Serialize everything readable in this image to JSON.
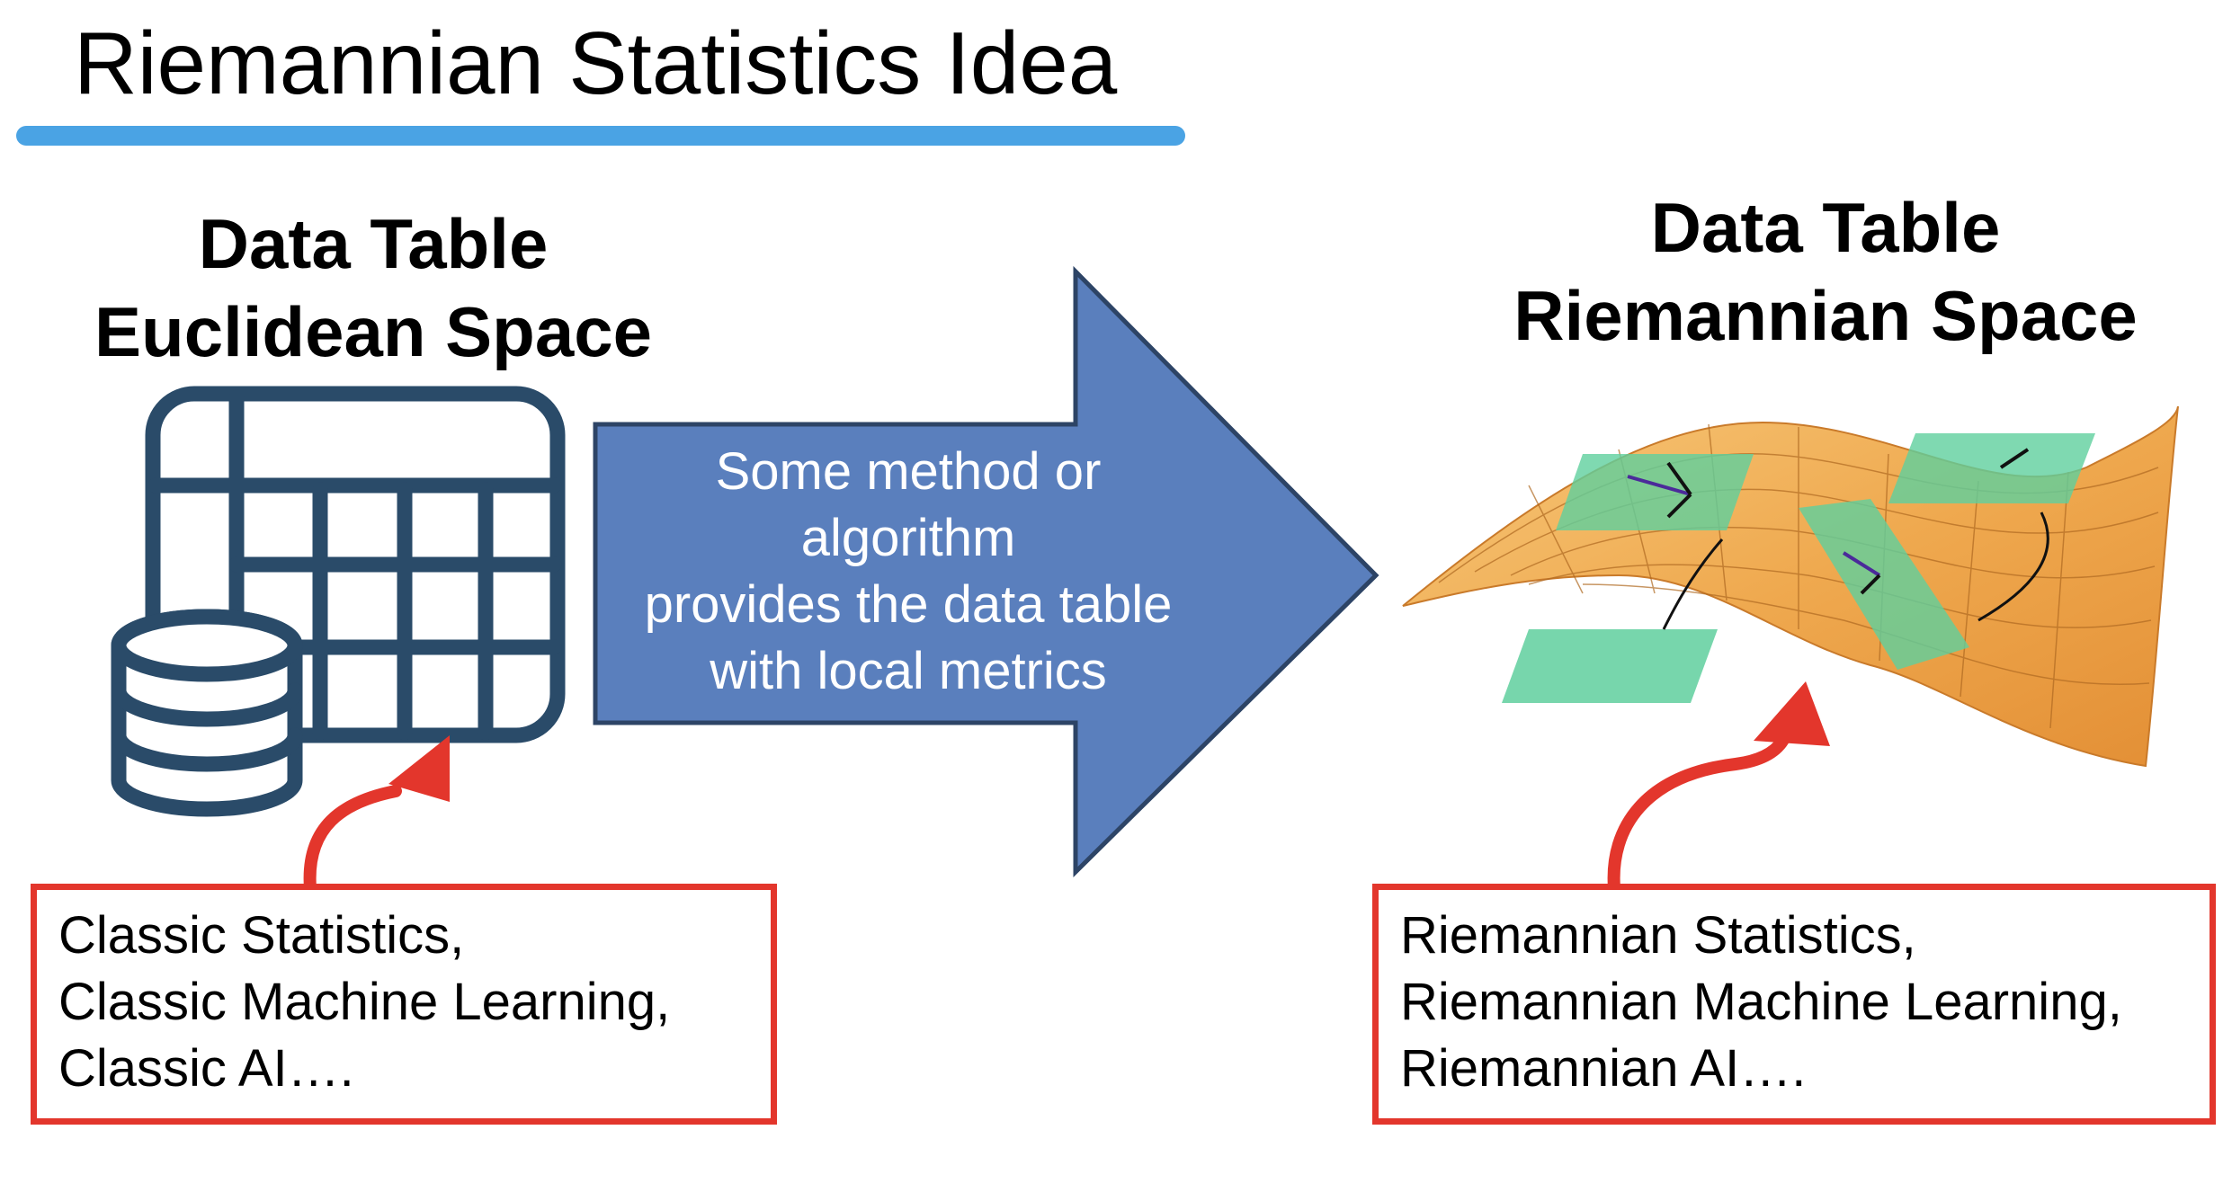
{
  "slide": {
    "title": "Riemannian Statistics Idea"
  },
  "left_panel": {
    "heading": [
      "Data Table",
      "Euclidean Space"
    ],
    "icon": "database-table-icon",
    "caption": [
      "Classic Statistics,",
      "Classic Machine Learning,",
      "Classic AI…."
    ]
  },
  "center_arrow": {
    "text": [
      "Some method or",
      "algorithm",
      "provides the data table",
      "with local metrics"
    ]
  },
  "right_panel": {
    "heading": [
      "Data Table",
      "Riemannian Space"
    ],
    "illustration": "manifold-with-tangent-planes",
    "caption": [
      "Riemannian Statistics,",
      "Riemannian Machine Learning,",
      "Riemannian AI…."
    ]
  },
  "colors": {
    "title_rule": "#4aa3e4",
    "arrow_fill": "#5a7fbd",
    "arrow_stroke": "#2d4466",
    "icon_stroke": "#2a4b69",
    "accent_red": "#e3362c",
    "surface": "#f0b05a",
    "tangent_plane": "#5fcf9e"
  }
}
